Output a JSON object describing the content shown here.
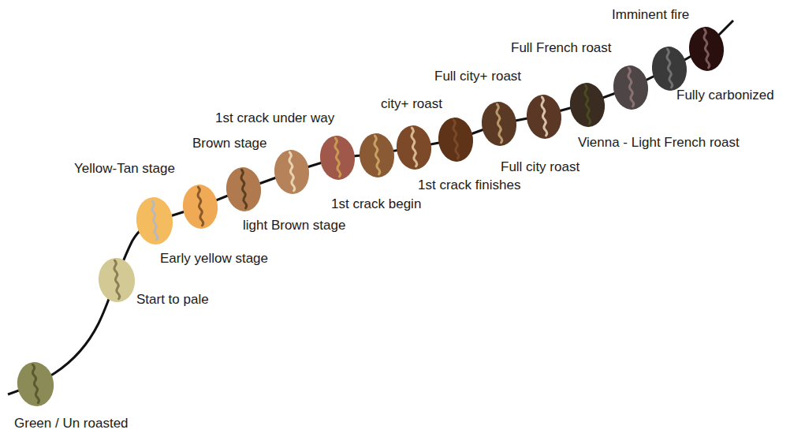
{
  "diagram": {
    "labels": [
      "Green / Un roasted",
      "Start to pale",
      "Yellow-Tan stage",
      "Early yellow stage",
      "Brown stage",
      "light Brown stage",
      "1st crack under way",
      "1st crack begin",
      "city+ roast",
      "1st crack finishes",
      "Full city+ roast",
      "Full city roast",
      "Full French roast",
      "Vienna - Light French roast",
      "Imminent fire",
      "Fully carbonized"
    ]
  }
}
